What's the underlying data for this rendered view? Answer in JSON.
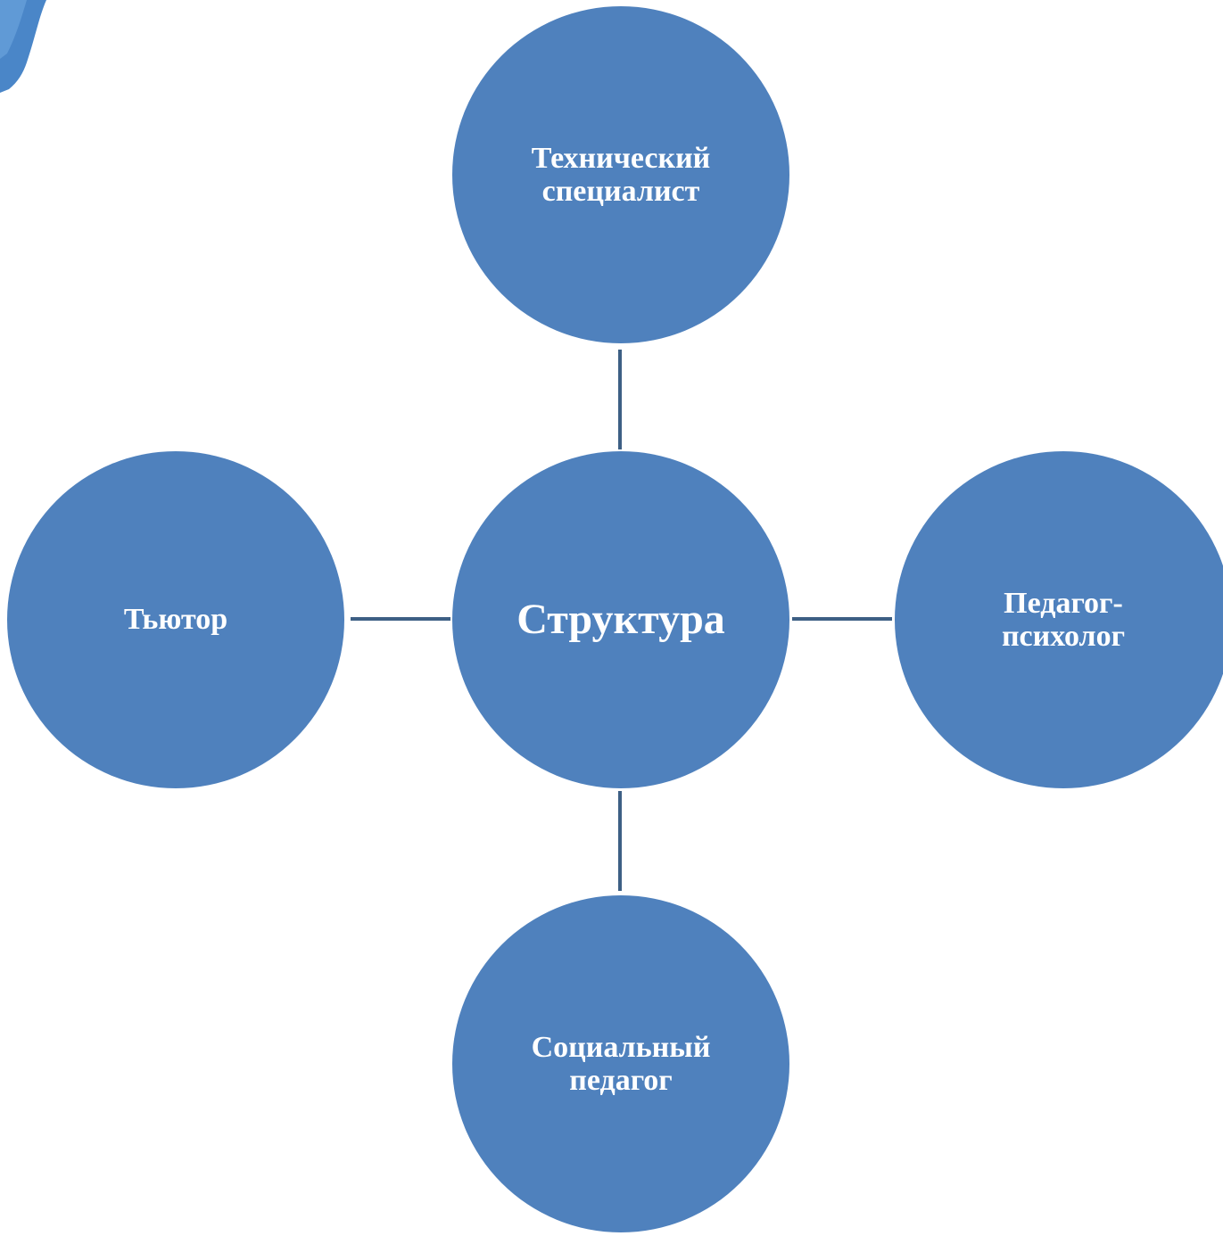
{
  "diagram": {
    "colors": {
      "node_fill": "#4f81bd",
      "connector": "#3d5f84",
      "corner_decoration": "#4a86c8"
    },
    "center": {
      "label": "Структура"
    },
    "nodes": {
      "top": {
        "label": "Технический\nспециалист"
      },
      "right": {
        "label": "Педагог-\nпсихолог"
      },
      "bottom": {
        "label": "Социальный\nпедагог"
      },
      "left": {
        "label": "Тьютор"
      }
    }
  }
}
